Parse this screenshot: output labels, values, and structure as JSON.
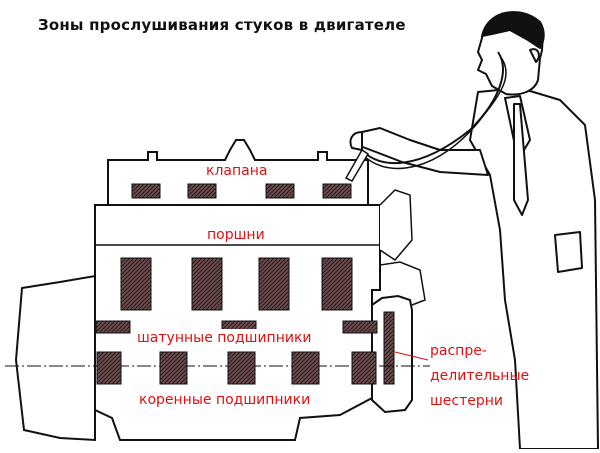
{
  "title": "Зоны прослушивания стуков в двигателе",
  "labels": {
    "valves": "клапана",
    "pistons": "поршни",
    "rod_bearings": "шатунные подшипники",
    "main_bearings": "коренные подшипники",
    "timing_gears_line1": "распре-",
    "timing_gears_line2": "делительные",
    "timing_gears_line3": "шестерни"
  },
  "colors": {
    "label": "#dd1111",
    "outline": "#111111",
    "zone_fill": "#5a3e3e",
    "title": "#111111"
  }
}
